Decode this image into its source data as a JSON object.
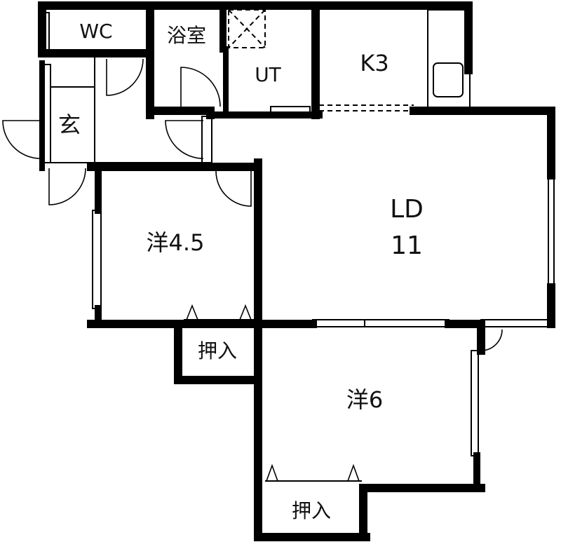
{
  "rooms": {
    "wc": "WC",
    "bath": "浴室",
    "utility": "UT",
    "kitchen": "K3",
    "entrance": "玄",
    "living_dining": "LD",
    "living_dining_size": "11",
    "western_room_1": "洋4.5",
    "western_room_2": "洋6",
    "closet_1": "押入",
    "closet_2": "押入"
  },
  "colors": {
    "wall": "#000000",
    "background": "#ffffff"
  }
}
